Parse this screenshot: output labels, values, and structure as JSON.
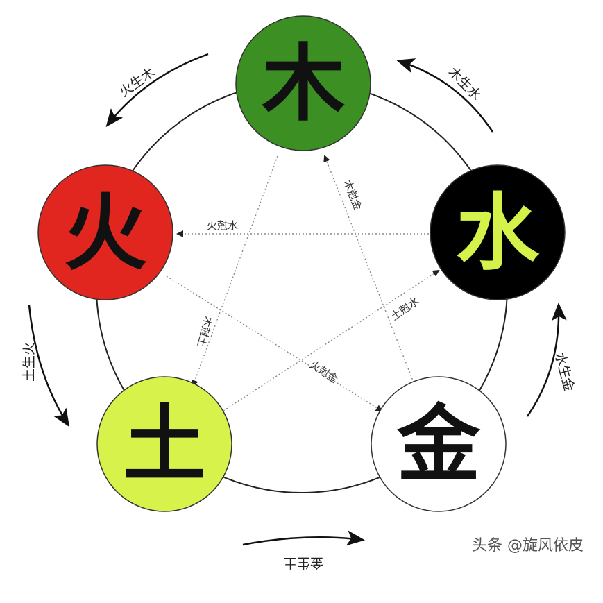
{
  "elements": [
    {
      "char": "木",
      "fill": "#3b8f23",
      "text_color": "#111111"
    },
    {
      "char": "水",
      "fill": "#000000",
      "text_color": "#d4f24a"
    },
    {
      "char": "金",
      "fill": "#ffffff",
      "text_color": "#111111"
    },
    {
      "char": "土",
      "fill": "#d7f24b",
      "text_color": "#111111"
    },
    {
      "char": "火",
      "fill": "#e0261e",
      "text_color": "#111111"
    }
  ],
  "generating_labels": {
    "top_left": "火生木",
    "top_right": "木生水",
    "right": "水生金",
    "bottom": "金生土",
    "left": "土生火"
  },
  "controlling_labels": {
    "fire_water": "火尅水",
    "wood_metal": "木尅金",
    "wood_earth": "木尅土",
    "earth_water": "土尅水",
    "fire_metal": "火尅金"
  },
  "watermark": "头条 @旋风依皮"
}
